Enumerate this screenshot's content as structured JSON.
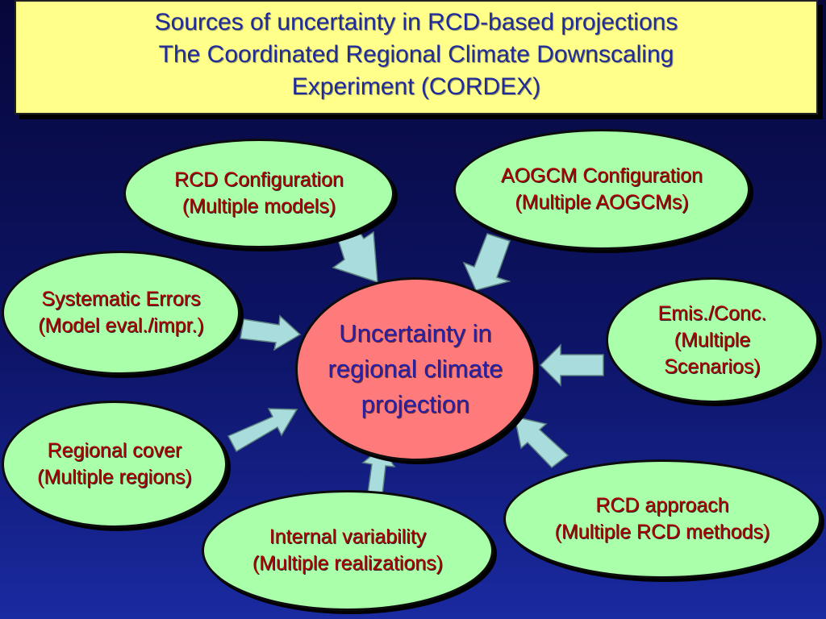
{
  "title": {
    "line1": "Sources of uncertainty in RCD-based projections",
    "line2": "The Coordinated Regional Climate Downscaling",
    "line3": "Experiment (CORDEX)"
  },
  "center": {
    "line1": "Uncertainty in",
    "line2": "regional climate",
    "line3": "projection"
  },
  "sources": {
    "rcd_config": {
      "line1": "RCD Configuration",
      "line2": "(Multiple models)"
    },
    "aogcm_config": {
      "line1": "AOGCM Configuration",
      "line2": "(Multiple AOGCMs)"
    },
    "systematic_errors": {
      "line1": "Systematic Errors",
      "line2": "(Model eval./impr.)"
    },
    "emissions": {
      "line1": "Emis./Conc.",
      "line2": "(Multiple",
      "line3": "Scenarios)"
    },
    "regional_cover": {
      "line1": "Regional cover",
      "line2": "(Multiple regions)"
    },
    "internal_variability": {
      "line1": "Internal variability",
      "line2": "(Multiple realizations)"
    },
    "rcd_approach": {
      "line1": "RCD approach",
      "line2": "(Multiple RCD methods)"
    }
  },
  "colors": {
    "title_background": "#ffff8a",
    "title_text": "#1f2a9c",
    "source_fill": "#aaffaa",
    "source_text": "#b00000",
    "center_fill": "#ff7b7b",
    "center_text": "#2222a8",
    "arrow_fill": "#a9dcdc"
  }
}
